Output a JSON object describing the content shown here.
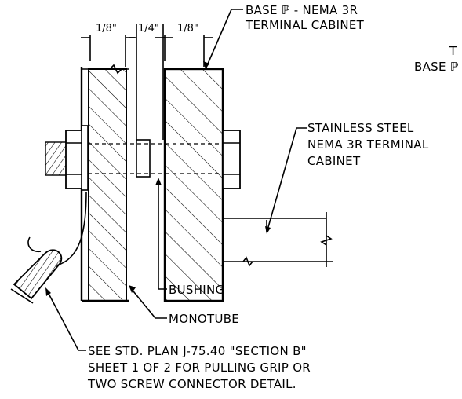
{
  "labels": {
    "base_plate_line1": "BASE ℙ - NEMA 3R",
    "base_plate_line2": "TERMINAL CABINET",
    "cabinet_line1": "STAINLESS STEEL",
    "cabinet_line2": "NEMA 3R TERMINAL",
    "cabinet_line3": "CABINET",
    "bushing": "BUSHING",
    "monotube": "MONOTUBE",
    "note_line1": "SEE STD. PLAN J-75.40 \"SECTION B\"",
    "note_line2": "SHEET 1 OF 2 FOR PULLING GRIP OR",
    "note_line3": "TWO SCREW CONNECTOR DETAIL.",
    "cutoff_line1": "T",
    "cutoff_line2": "BASE ℙ"
  },
  "dimensions": {
    "left": "1/8\"",
    "middle": "1/4\"",
    "right": "1/8\""
  }
}
